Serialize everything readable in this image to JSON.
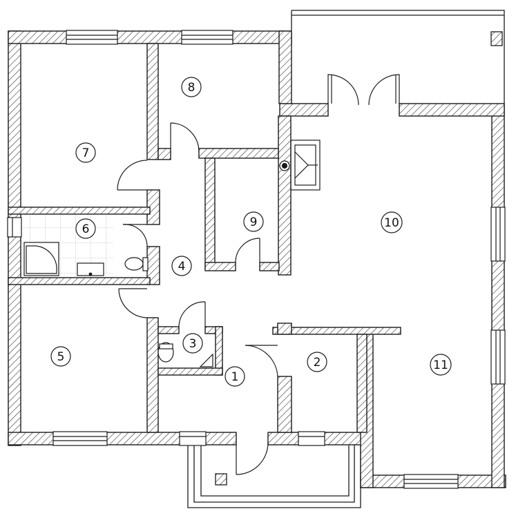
{
  "rooms": [
    {
      "id": "room-1",
      "number": "1"
    },
    {
      "id": "room-2",
      "number": "2"
    },
    {
      "id": "room-3",
      "number": "3"
    },
    {
      "id": "room-4",
      "number": "4"
    },
    {
      "id": "room-5",
      "number": "5"
    },
    {
      "id": "room-6",
      "number": "6"
    },
    {
      "id": "room-7",
      "number": "7"
    },
    {
      "id": "room-8",
      "number": "8"
    },
    {
      "id": "room-9",
      "number": "9"
    },
    {
      "id": "room-10",
      "number": "10"
    },
    {
      "id": "room-11",
      "number": "11"
    }
  ],
  "colors": {
    "line": "#1a1a1a",
    "hatch": "#333333",
    "tile": "#c8c8c8",
    "background": "#ffffff"
  }
}
